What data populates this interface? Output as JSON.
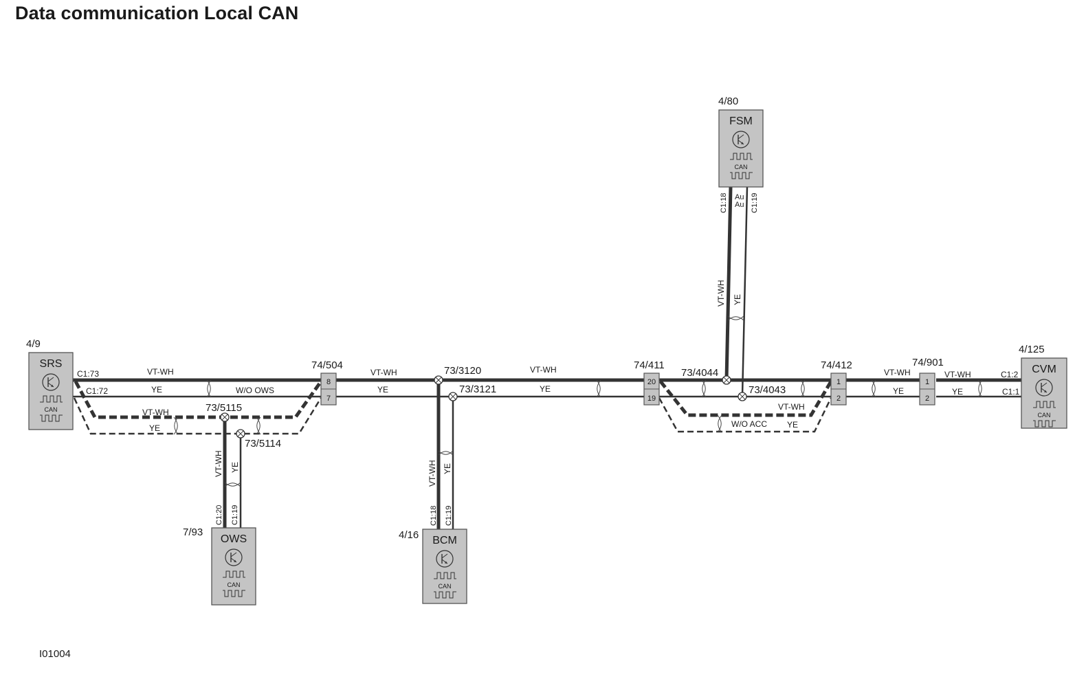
{
  "title": "Data communication Local CAN",
  "figure_id": "I01004",
  "modules": [
    {
      "id": "srs",
      "ref": "4/9",
      "name": "SRS",
      "can": "CAN"
    },
    {
      "id": "ows",
      "ref": "7/93",
      "name": "OWS",
      "can": "CAN"
    },
    {
      "id": "bcm",
      "ref": "4/16",
      "name": "BCM",
      "can": "CAN"
    },
    {
      "id": "fsm",
      "ref": "4/80",
      "name": "FSM",
      "can": "CAN"
    },
    {
      "id": "cvm",
      "ref": "4/125",
      "name": "CVM",
      "can": "CAN"
    }
  ],
  "connectors": [
    {
      "id": "c74-504",
      "ref": "74/504",
      "pins": [
        "8",
        "7"
      ]
    },
    {
      "id": "c74-411",
      "ref": "74/411",
      "pins": [
        "20",
        "19"
      ]
    },
    {
      "id": "c74-412",
      "ref": "74/412",
      "pins": [
        "1",
        "2"
      ]
    },
    {
      "id": "c74-901",
      "ref": "74/901",
      "pins": [
        "1",
        "2"
      ]
    }
  ],
  "splices": [
    "73/5115",
    "73/5114",
    "73/3120",
    "73/3121",
    "73/4044",
    "73/4043"
  ],
  "pins": {
    "srs_high": "C1:73",
    "srs_low": "C1:72",
    "ows_high": "C1:20",
    "ows_low": "C1:19",
    "bcm_high": "C1:18",
    "bcm_low": "C1:19",
    "fsm_high": "C1:18",
    "fsm_low": "C1:19",
    "cvm_high": "C1:2",
    "cvm_low": "C1:1"
  },
  "wire_colors": {
    "high": "VT-WH",
    "low": "YE"
  },
  "conditions": {
    "wo_ows": "W/O OWS",
    "wo_acc": "W/O  ACC",
    "au": "Au"
  }
}
